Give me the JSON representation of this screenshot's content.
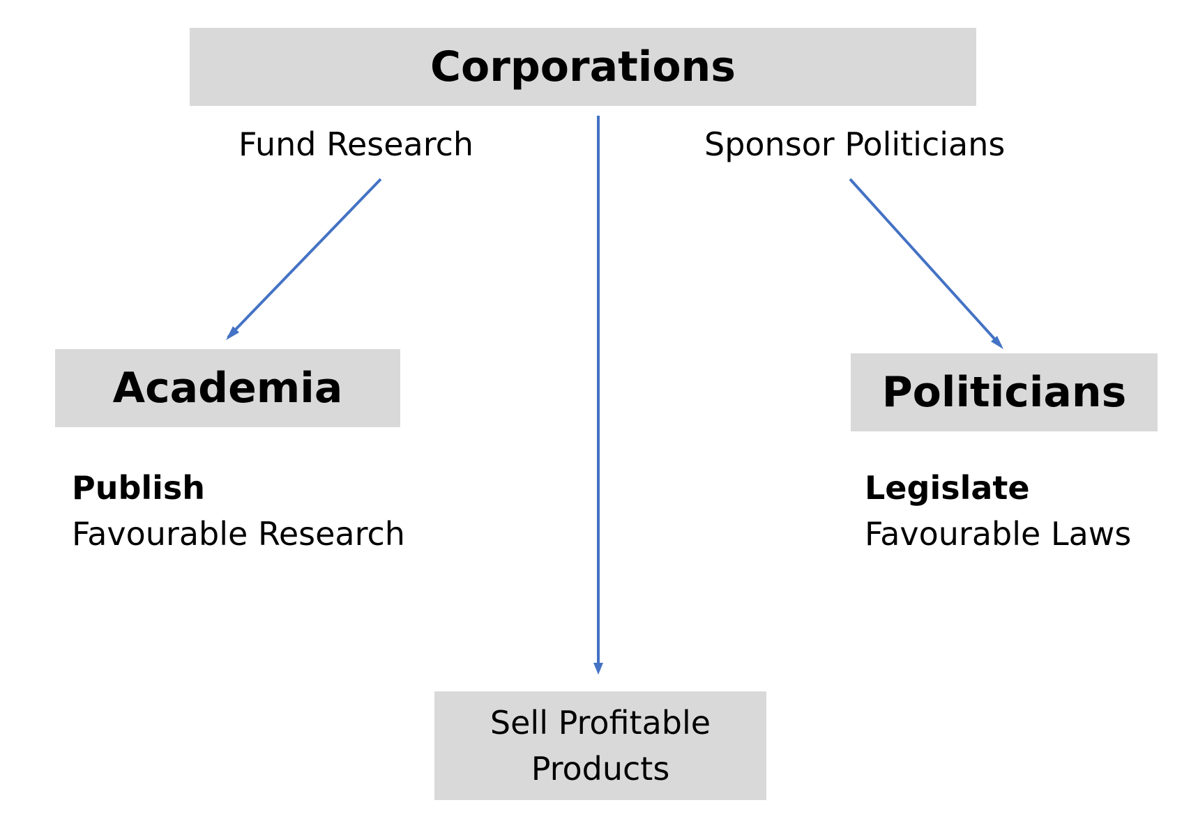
{
  "nodes": {
    "corporations": "Corporations",
    "academia": "Academia",
    "politicians": "Politicians",
    "products_line1": "Sell Profitable",
    "products_line2": "Products"
  },
  "edges": {
    "fund_research": "Fund Research",
    "sponsor_politicians": "Sponsor Politicians"
  },
  "notes": {
    "academia_head": "Publish",
    "academia_body": "Favourable Research",
    "politicians_head": "Legislate",
    "politicians_body": "Favourable Laws"
  },
  "colors": {
    "box_fill": "#d9d9d9",
    "arrow": "#4472c4",
    "text": "#000000"
  }
}
